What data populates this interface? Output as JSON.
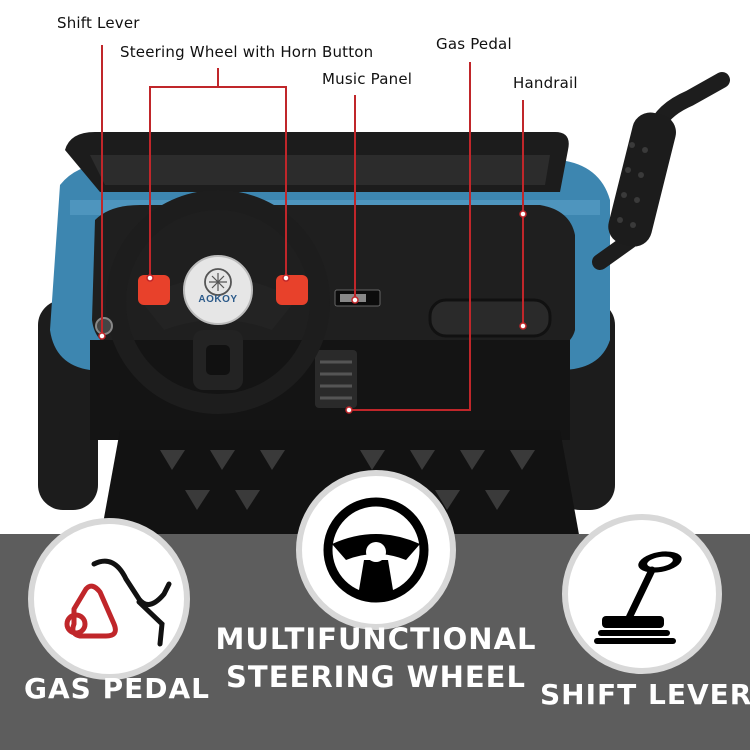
{
  "callouts": {
    "shift_lever": "Shift Lever",
    "steering_wheel": "Steering Wheel with Horn Button",
    "gas_pedal": "Gas Pedal",
    "music_panel": "Music Panel",
    "handrail": "Handrail"
  },
  "brand": {
    "logo_text": "AOKOY"
  },
  "features": {
    "gas_pedal": "GAS PEDAL",
    "steering_line1": "MULTIFUNCTIONAL",
    "steering_line2": "STEERING WHEEL",
    "shift_lever": "SHIFT LEVER"
  },
  "colors": {
    "body_blue": "#3d86b0",
    "leader_red": "#c0262a",
    "horn_red": "#e8412b",
    "band_gray": "#5d5d5d"
  }
}
